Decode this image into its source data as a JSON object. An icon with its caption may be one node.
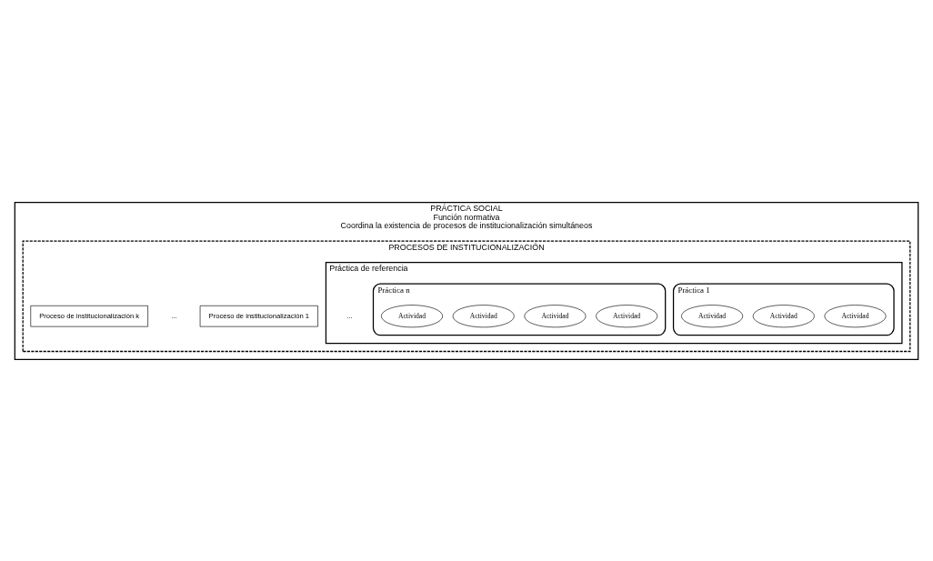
{
  "diagram": {
    "nodes": [
      {
        "text": [
          "PRÁCTICA SOCIAL",
          "Función normativa",
          "Coordina la existencia de procesos de institucionalización simultáneos"
        ]
      },
      {
        "text": [
          "PROCESOS DE INSTITUCIONALIZACIÓN"
        ],
        "in": 0
      },
      {
        "text": [
          "Proceso de institucionalización 1"
        ],
        "in": 1
      },
      {
        "text": [
          "Proceso de institucionalización k"
        ],
        "in": 1
      },
      {
        "text": [
          "Práctica de referencia"
        ],
        "in": 1
      },
      {
        "text": [
          "Práctica 1"
        ],
        "in": 4
      },
      {
        "text": [
          "Actividad"
        ],
        "in": 5
      },
      {
        "text": [
          "Actividad"
        ],
        "in": 5
      },
      {
        "text": [
          "Actividad"
        ],
        "in": 5
      },
      {
        "text": [
          "Práctica n"
        ],
        "in": 4
      },
      {
        "text": [
          "Actividad"
        ],
        "in": 9
      },
      {
        "text": [
          "Actividad"
        ],
        "in": 9
      },
      {
        "text": [
          "Actividad"
        ],
        "in": 9
      },
      {
        "text": [
          "Actividad"
        ],
        "in": 9
      }
    ],
    "edges": [],
    "labels": [
      "...",
      "..."
    ]
  }
}
